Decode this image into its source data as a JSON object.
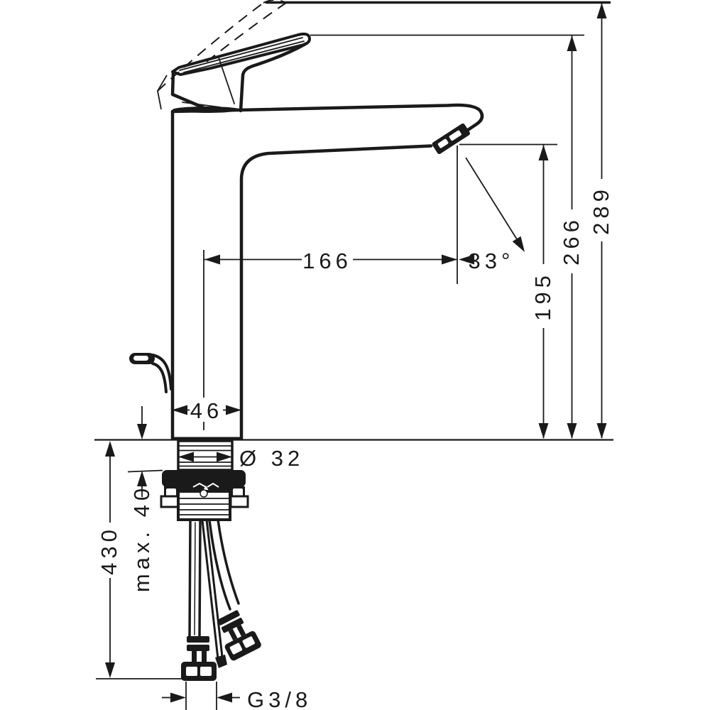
{
  "drawing": {
    "type": "technical-dimension-drawing",
    "subject": "single-lever basin mixer faucet, side elevation with mounting hardware and supply hoses",
    "ink_color": "#1a1a1a",
    "background_color": "#ffffff",
    "dims": {
      "total_height": "289",
      "handle_height": "266",
      "spout_height": "195",
      "spout_reach": "166",
      "spray_angle": "33°",
      "body_width": "46",
      "shank_diameter": "Ø 32",
      "max_deck_thickness": "max. 40",
      "hose_length": "430",
      "connection_thread": "G3/8"
    }
  }
}
